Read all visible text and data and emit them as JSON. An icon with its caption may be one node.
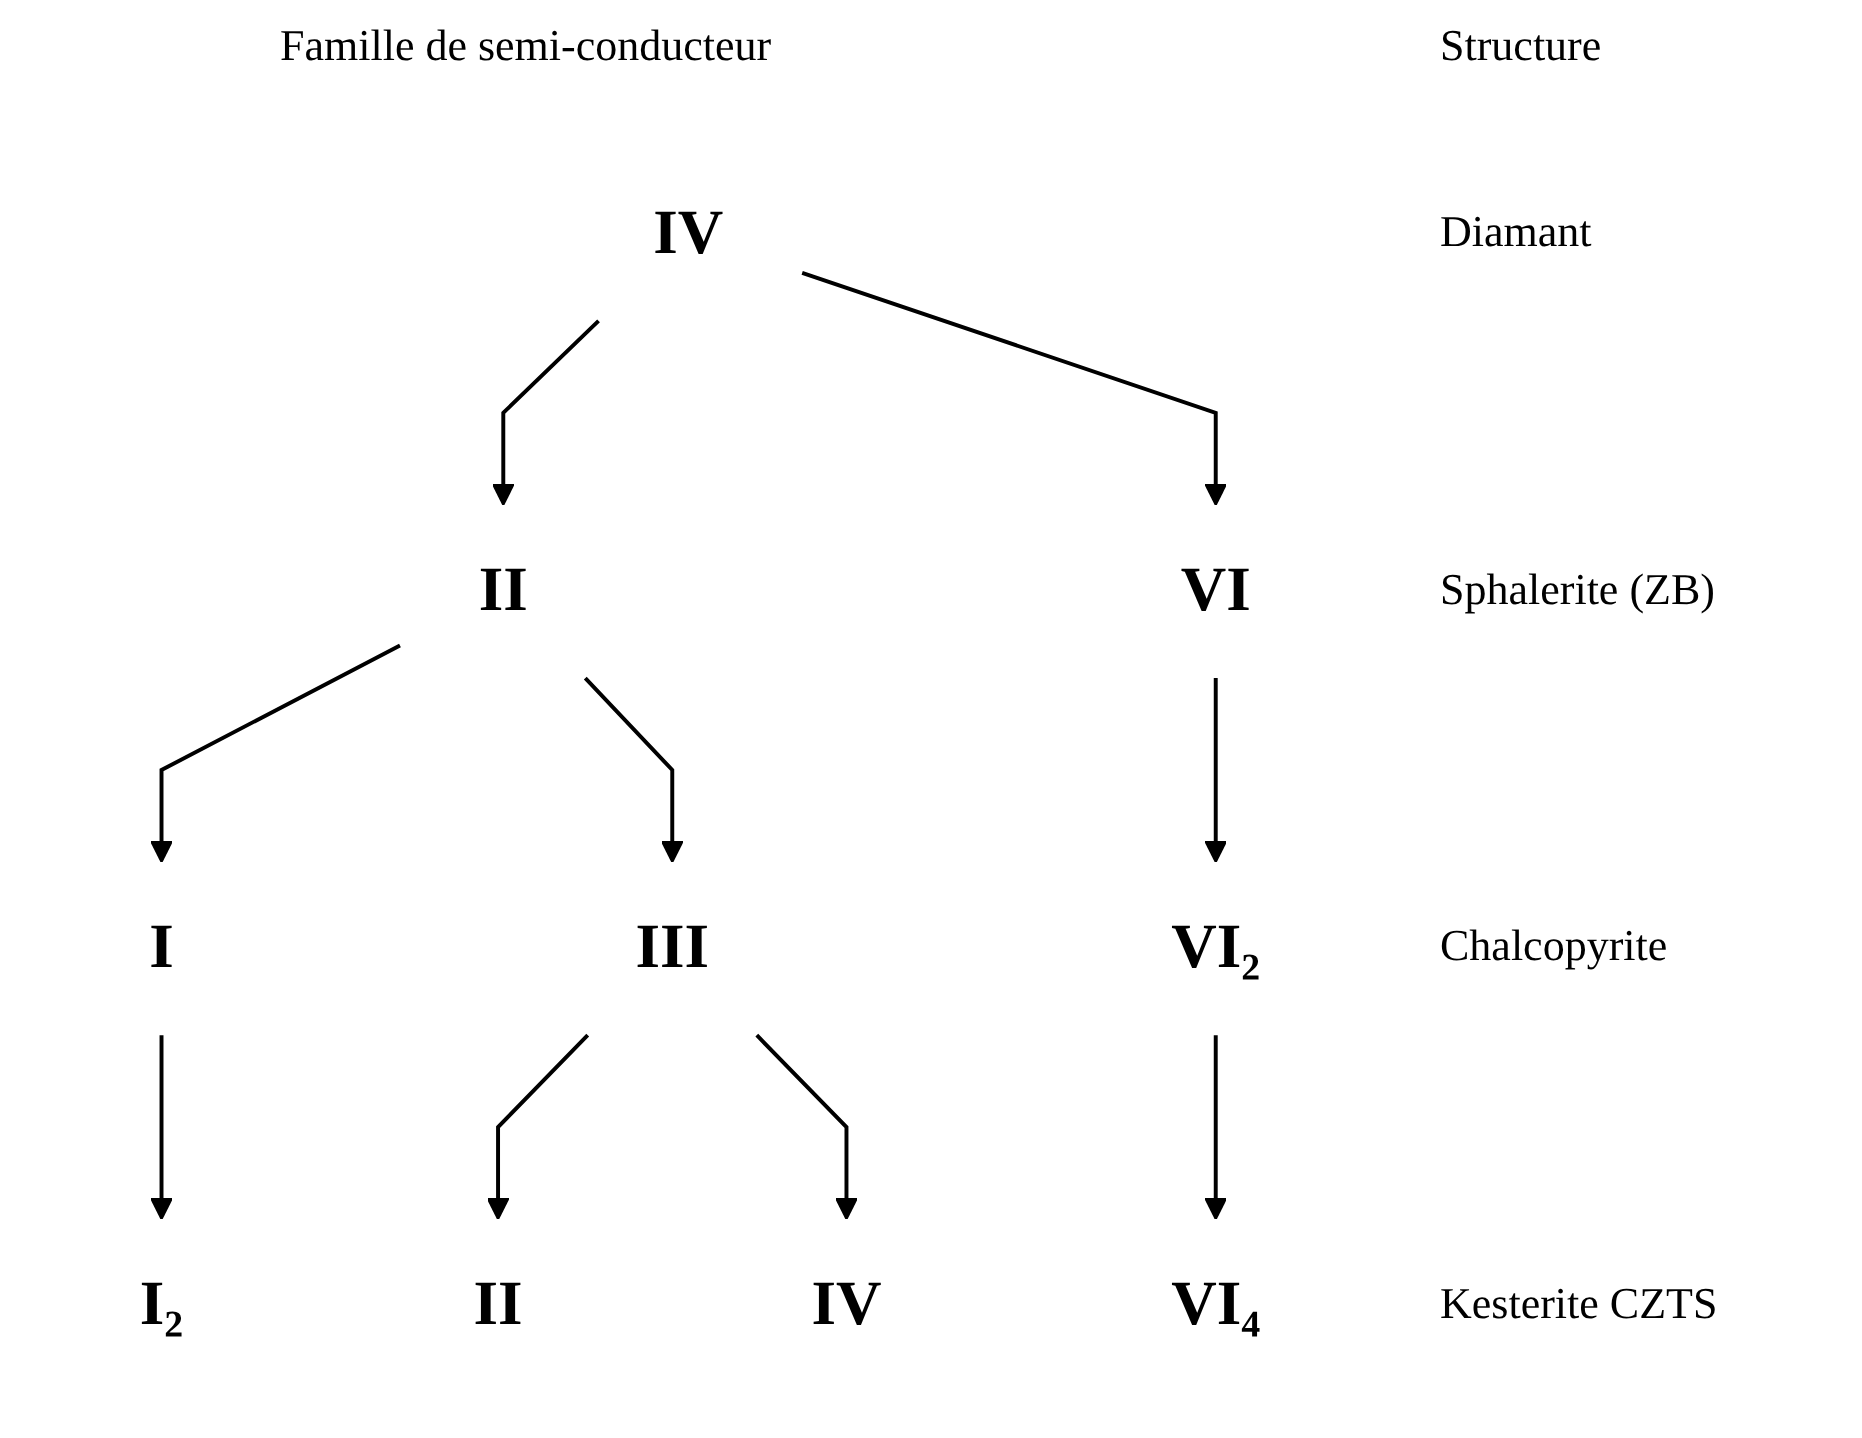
{
  "diagram": {
    "nodes": [
      {
        "text": [
          "IV"
        ]
      },
      {
        "text": [
          "II"
        ]
      },
      {
        "text": [
          "VI"
        ]
      },
      {
        "text": [
          "I"
        ]
      },
      {
        "text": [
          "III"
        ]
      },
      {
        "text": [
          "VI₂"
        ]
      },
      {
        "text": [
          "I₂"
        ]
      },
      {
        "text": [
          "II"
        ]
      },
      {
        "text": [
          "IV"
        ]
      },
      {
        "text": [
          "VI₄"
        ]
      }
    ],
    "edges": [
      {
        "from": 0,
        "to": 1,
        "arrow": "to"
      },
      {
        "from": 0,
        "to": 2,
        "arrow": "to"
      },
      {
        "from": 1,
        "to": 3,
        "arrow": "to"
      },
      {
        "from": 1,
        "to": 4,
        "arrow": "to"
      },
      {
        "from": 2,
        "to": 5,
        "arrow": "to"
      },
      {
        "from": 3,
        "to": 6,
        "arrow": "to"
      },
      {
        "from": 4,
        "to": 7,
        "arrow": "to"
      },
      {
        "from": 4,
        "to": 8,
        "arrow": "to"
      },
      {
        "from": 5,
        "to": 9,
        "arrow": "to"
      }
    ],
    "labels": [
      "Famille de semi-conducteur",
      "Structure",
      "Diamant",
      "Sphalerite (ZB)",
      "Chalcopyrite",
      "Kesterite CZTS"
    ]
  }
}
